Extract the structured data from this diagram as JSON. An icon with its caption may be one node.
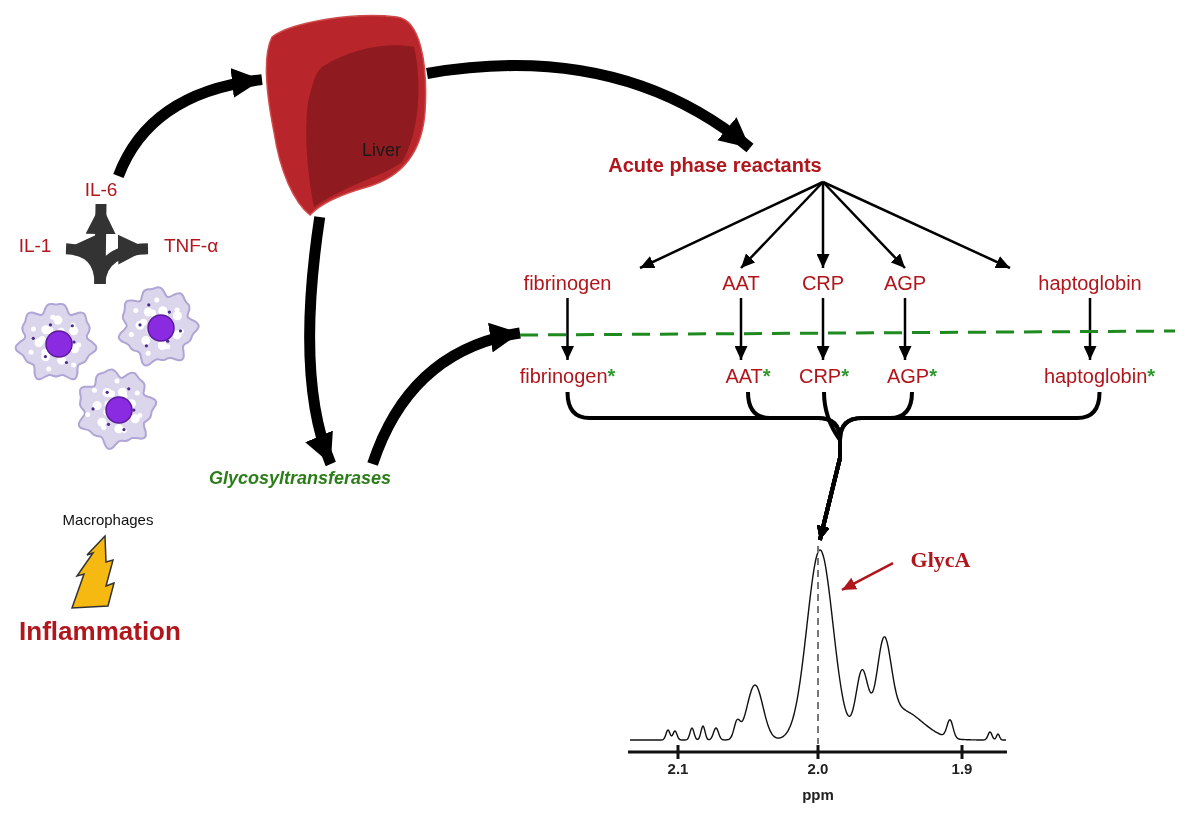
{
  "diagram": {
    "nodes": [
      {
        "text": [
          "Liver"
        ]
      },
      {
        "text": [
          "Acute phase reactants"
        ]
      },
      {
        "text": [
          "IL-6"
        ]
      },
      {
        "text": [
          "IL-1"
        ]
      },
      {
        "text": [
          "TNF-α"
        ]
      },
      {
        "text": [
          "fibrinogen"
        ]
      },
      {
        "text": [
          "AAT"
        ]
      },
      {
        "text": [
          "CRP"
        ]
      },
      {
        "text": [
          "AGP"
        ]
      },
      {
        "text": [
          "haptoglobin"
        ]
      },
      {
        "text": [],
        "shape": "line"
      },
      {
        "text": [
          "Macrophages"
        ]
      },
      {
        "text": [
          "fibrinogen",
          "*"
        ]
      },
      {
        "text": [
          "AAT",
          "*"
        ]
      },
      {
        "text": [
          "CRP",
          "*"
        ]
      },
      {
        "text": [
          "AGP",
          "*"
        ]
      },
      {
        "text": [
          "haptoglobin",
          "*"
        ]
      },
      {
        "text": [
          "Glycosyltransferases"
        ]
      },
      {
        "text": [
          "GlycA"
        ],
        "in": 19
      },
      {
        "text": [],
        "shape": "picture"
      },
      {
        "text": [
          "Inflammation"
        ]
      }
    ],
    "edges": [
      {
        "from": 11,
        "to": 2,
        "arrow": "to",
        "style": "thick",
        "color": "#333333"
      },
      {
        "from": 11,
        "to": 3,
        "arrow": "to",
        "style": "thick",
        "color": "#333333"
      },
      {
        "from": 11,
        "to": 4,
        "arrow": "to",
        "style": "thick",
        "color": "#333333"
      },
      {
        "from": 2,
        "to": 0,
        "arrow": "to",
        "style": "thick"
      },
      {
        "from": 0,
        "to": 1,
        "arrow": "to",
        "style": "thick"
      },
      {
        "from": 0,
        "to": 17,
        "arrow": "to",
        "style": "thick"
      },
      {
        "from": 17,
        "to": 10,
        "arrow": "to",
        "style": "thick"
      },
      {
        "from": 1,
        "to": 5,
        "arrow": "to"
      },
      {
        "from": 1,
        "to": 6,
        "arrow": "to"
      },
      {
        "from": 1,
        "to": 7,
        "arrow": "to"
      },
      {
        "from": 1,
        "to": 8,
        "arrow": "to"
      },
      {
        "from": 1,
        "to": 9,
        "arrow": "to"
      },
      {
        "from": 5,
        "to": 12,
        "arrow": "to"
      },
      {
        "from": 6,
        "to": 13,
        "arrow": "to"
      },
      {
        "from": 7,
        "to": 14,
        "arrow": "to"
      },
      {
        "from": 8,
        "to": 15,
        "arrow": "to"
      },
      {
        "from": 9,
        "to": 16,
        "arrow": "to"
      },
      {
        "from": 12,
        "to": 19,
        "arrow": "to"
      },
      {
        "from": 13,
        "to": 19,
        "arrow": "to"
      },
      {
        "from": 14,
        "to": 19,
        "arrow": "to"
      },
      {
        "from": 15,
        "to": 19,
        "arrow": "to"
      },
      {
        "from": 16,
        "to": 19,
        "arrow": "to"
      },
      {
        "from": 18,
        "to": 19,
        "arrow": "to",
        "color": "#b0161c"
      }
    ],
    "labels": [
      "2.1",
      "2.0",
      "1.9",
      "ppm"
    ]
  }
}
